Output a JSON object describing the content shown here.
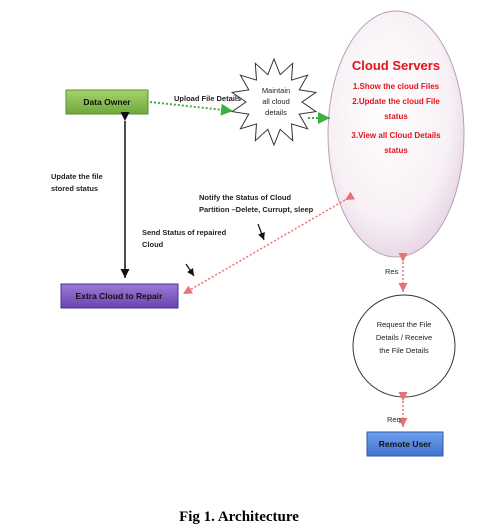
{
  "nodes": {
    "data_owner": "Data Owner",
    "extra_cloud": "Extra Cloud to Repair",
    "remote_user": "Remote User",
    "cloud_servers": {
      "title": "Cloud Servers",
      "items": [
        "1.Show the cloud Files",
        "2.Update the cloud File",
        "status",
        "3.View all Cloud Details",
        "status"
      ]
    },
    "maintain": [
      "Maintain",
      "all cloud",
      "details"
    ],
    "request": [
      "Request the File",
      "Details / Receive",
      "the File Details"
    ]
  },
  "labels": {
    "upload": "Upload  File Details",
    "update_status": [
      "Update the file",
      "stored status"
    ],
    "notify": [
      "Notify the Status of Cloud",
      "Partition –Delete, Currupt, sleep"
    ],
    "send_status": [
      "Send Status  of repaired",
      "Cloud"
    ],
    "res": "Res",
    "req": "Req"
  },
  "caption": "Fig 1. Architecture",
  "colors": {
    "data_owner": "#8bc34a",
    "extra_cloud": "#7e57c2",
    "remote_user": "#4a86e8",
    "cloud_text": "#e2141a",
    "green_arrow": "#3cb043",
    "red_arrow": "#e57373"
  }
}
